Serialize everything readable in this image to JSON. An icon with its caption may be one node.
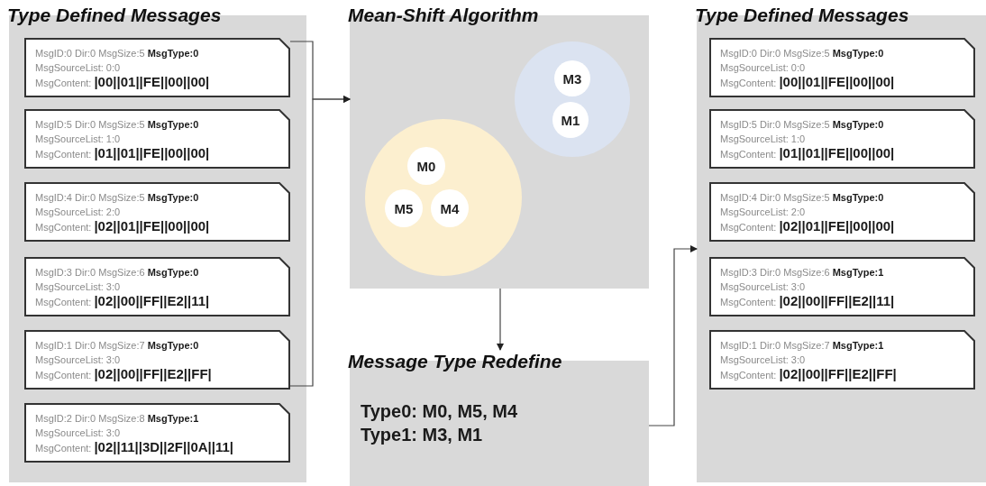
{
  "diagram": {
    "nodes": [
      {
        "text": [
          "Type Defined Messages"
        ]
      },
      {
        "text": [
          "MsgID:0 Dir:0 MsgSize:5 **MsgType:0**",
          "MsgSourceList: 0:0",
          "MsgContent: **|00||01||FE||00||00|**"
        ],
        "in": 0
      },
      {
        "text": [
          "MsgID:5 Dir:0 MsgSize:5 **MsgType:0**",
          "MsgSourceList: 1:0",
          "MsgContent: **|01||01||FE||00||00|**"
        ],
        "in": 0
      },
      {
        "text": [
          "MsgID:4 Dir:0 MsgSize:5 **MsgType:0**",
          "MsgSourceList: 2:0",
          "MsgContent: **|02||01||FE||00||00|**"
        ],
        "in": 0
      },
      {
        "text": [
          "MsgID:3 Dir:0 MsgSize:6 **MsgType:0**",
          "MsgSourceList: 3:0",
          "MsgContent: **|02||00||FF||E2||11|**"
        ],
        "in": 0
      },
      {
        "text": [
          "MsgID:1 Dir:0 MsgSize:7 **MsgType:0**",
          "MsgSourceList: 3:0",
          "MsgContent: **|02||00||FF||E2||FF|**"
        ],
        "in": 0
      },
      {
        "text": [
          "MsgID:2 Dir:0 MsgSize:8 **MsgType:1**",
          "MsgSourceList: 3:0",
          "MsgContent: **|02||11||3D||2F||0A||11|**"
        ],
        "in": 0
      },
      {
        "text": [
          "Mean-Shift Algorithm"
        ]
      },
      {
        "text": [],
        "shape": "circle",
        "in": 7
      },
      {
        "text": [
          "M3"
        ],
        "in": 8
      },
      {
        "text": [
          "M1"
        ],
        "in": 8
      },
      {
        "text": [],
        "shape": "circle",
        "in": 7
      },
      {
        "text": [
          "M0"
        ],
        "in": 11
      },
      {
        "text": [
          "M5"
        ],
        "in": 11
      },
      {
        "text": [
          "M4"
        ],
        "in": 11
      },
      {
        "text": [
          "Message Type Redefine",
          "Type0: M0, M5, M4",
          "Type1: M3, M1"
        ]
      },
      {
        "text": [
          "Type Defined Messages"
        ]
      },
      {
        "text": [
          "MsgID:0 Dir:0 MsgSize:5 **MsgType:0**",
          "MsgSourceList: 0:0",
          "MsgContent: **|00||01||FE||00||00|**"
        ],
        "in": 16
      },
      {
        "text": [
          "MsgID:5 Dir:0 MsgSize:5 **MsgType:0**",
          "MsgSourceList: 1:0",
          "MsgContent: **|01||01||FE||00||00|**"
        ],
        "in": 16
      },
      {
        "text": [
          "MsgID:4 Dir:0 MsgSize:5 **MsgType:0**",
          "MsgSourceList: 2:0",
          "MsgContent: **|02||01||FE||00||00|**"
        ],
        "in": 16
      },
      {
        "text": [
          "MsgID:3 Dir:0 MsgSize:6 **MsgType:1**",
          "MsgSourceList: 3:0",
          "MsgContent: **|02||00||FF||E2||11|**"
        ],
        "in": 16
      },
      {
        "text": [
          "MsgID:1 Dir:0 MsgSize:7 **MsgType:1**",
          "MsgSourceList: 3:0",
          "MsgContent: **|02||00||FF||E2||FF|**"
        ],
        "in": 16
      }
    ],
    "edges": [
      {
        "from": 1,
        "to": 7,
        "arrow": "to"
      },
      {
        "from": 5,
        "to": 7,
        "arrow": "to"
      },
      {
        "from": 7,
        "to": 15,
        "arrow": "to"
      },
      {
        "from": 15,
        "to": 16,
        "arrow": "to"
      }
    ]
  }
}
